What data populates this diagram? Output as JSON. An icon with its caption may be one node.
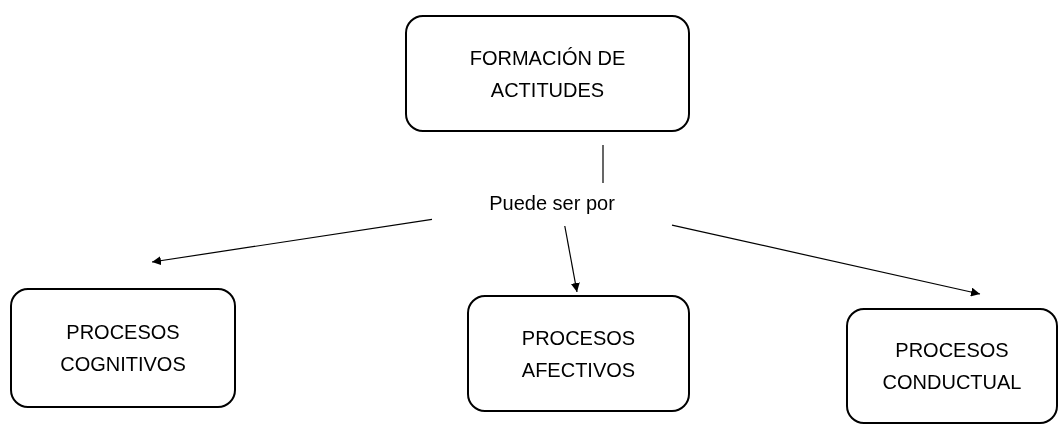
{
  "diagram": {
    "nodes": [
      {
        "text": [
          "FORMACIÓN DE ACTITUDES"
        ]
      },
      {
        "text": [
          "Puede ser por"
        ]
      },
      {
        "text": [
          "PROCESOS COGNITIVOS"
        ]
      },
      {
        "text": [
          "PROCESOS AFECTIVOS"
        ]
      },
      {
        "text": [
          "PROCESOS CONDUCTUAL"
        ]
      }
    ],
    "edges": [
      {
        "from": 0,
        "to": 1,
        "arrow": "none"
      },
      {
        "from": 1,
        "to": 2,
        "arrow": "to"
      },
      {
        "from": 1,
        "to": 3,
        "arrow": "to"
      },
      {
        "from": 1,
        "to": 4,
        "arrow": "to"
      }
    ]
  }
}
